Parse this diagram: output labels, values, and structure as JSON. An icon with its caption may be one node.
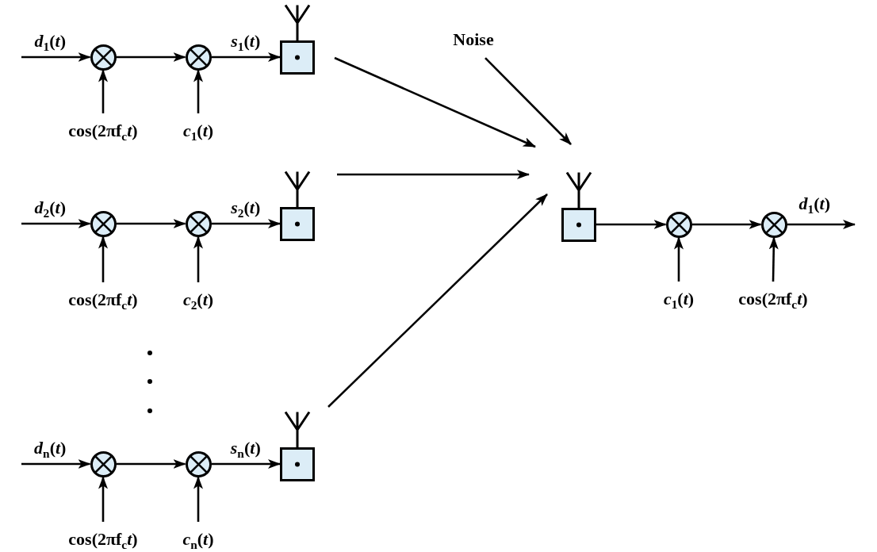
{
  "diagram": {
    "nodes": [
      {
        "text": [],
        "shape": "circle"
      },
      {
        "text": [],
        "shape": "circle"
      },
      {
        "text": [],
        "shape": "box"
      },
      {
        "text": [
          "cos(2πf$_{c}$*t*)"
        ]
      },
      {
        "text": [
          "*c*$_{1}$(*t*)"
        ]
      },
      {
        "text": [
          "Noise"
        ]
      },
      {
        "text": [],
        "shape": "circle"
      },
      {
        "text": [],
        "shape": "circle"
      },
      {
        "text": [],
        "shape": "box"
      },
      {
        "text": [
          "cos(2πf$_{c}$*t*)"
        ]
      },
      {
        "text": [
          "*c*$_{2}$(*t*)"
        ]
      },
      {
        "text": [],
        "shape": "box"
      },
      {
        "text": [],
        "shape": "circle"
      },
      {
        "text": [],
        "shape": "circle"
      },
      {
        "text": [
          "*c*$_{1}$(*t*)"
        ]
      },
      {
        "text": [
          "cos(2πf$_{c}$*t*)"
        ]
      },
      {
        "text": [],
        "shape": "circle"
      },
      {
        "text": [],
        "shape": "circle"
      },
      {
        "text": [],
        "shape": "box"
      },
      {
        "text": [
          "cos(2πf$_{c}$*t*)"
        ]
      },
      {
        "text": [
          "*c*$_{n}$(*t*)"
        ]
      }
    ],
    "edges": [
      {
        "from": null,
        "to": 0,
        "arrow": "to",
        "label": "*d*$_{1}$(*t*)"
      },
      {
        "from": 0,
        "to": 1,
        "arrow": "to"
      },
      {
        "from": 1,
        "to": 2,
        "arrow": "to",
        "label": "*s*$_{1}$(*t*)"
      },
      {
        "from": 3,
        "to": 0,
        "arrow": "to"
      },
      {
        "from": 4,
        "to": 1,
        "arrow": "to"
      },
      {
        "from": null,
        "to": 6,
        "arrow": "to",
        "label": "*d*$_{2}$(*t*)"
      },
      {
        "from": 6,
        "to": 7,
        "arrow": "to"
      },
      {
        "from": 7,
        "to": 8,
        "arrow": "to",
        "label": "*s*$_{2}$(*t*)"
      },
      {
        "from": 9,
        "to": 6,
        "arrow": "to"
      },
      {
        "from": 10,
        "to": 7,
        "arrow": "to"
      },
      {
        "from": null,
        "to": 16,
        "arrow": "to",
        "label": "*d*$_{n}$(*t*)"
      },
      {
        "from": 16,
        "to": 17,
        "arrow": "to"
      },
      {
        "from": 17,
        "to": 18,
        "arrow": "to",
        "label": "*s*$_{n}$(*t*)"
      },
      {
        "from": 19,
        "to": 16,
        "arrow": "to"
      },
      {
        "from": 20,
        "to": 17,
        "arrow": "to"
      },
      {
        "from": 2,
        "to": 11,
        "arrow": "to"
      },
      {
        "from": 8,
        "to": 11,
        "arrow": "to"
      },
      {
        "from": 18,
        "to": 11,
        "arrow": "to"
      },
      {
        "from": 5,
        "to": 11,
        "arrow": "to"
      },
      {
        "from": 11,
        "to": 12,
        "arrow": "to"
      },
      {
        "from": 12,
        "to": 13,
        "arrow": "to"
      },
      {
        "from": 13,
        "to": null,
        "arrow": "to",
        "label": "*d*$_{1}$(*t*)"
      },
      {
        "from": 14,
        "to": 12,
        "arrow": "to"
      },
      {
        "from": 15,
        "to": 13,
        "arrow": "to"
      }
    ]
  }
}
